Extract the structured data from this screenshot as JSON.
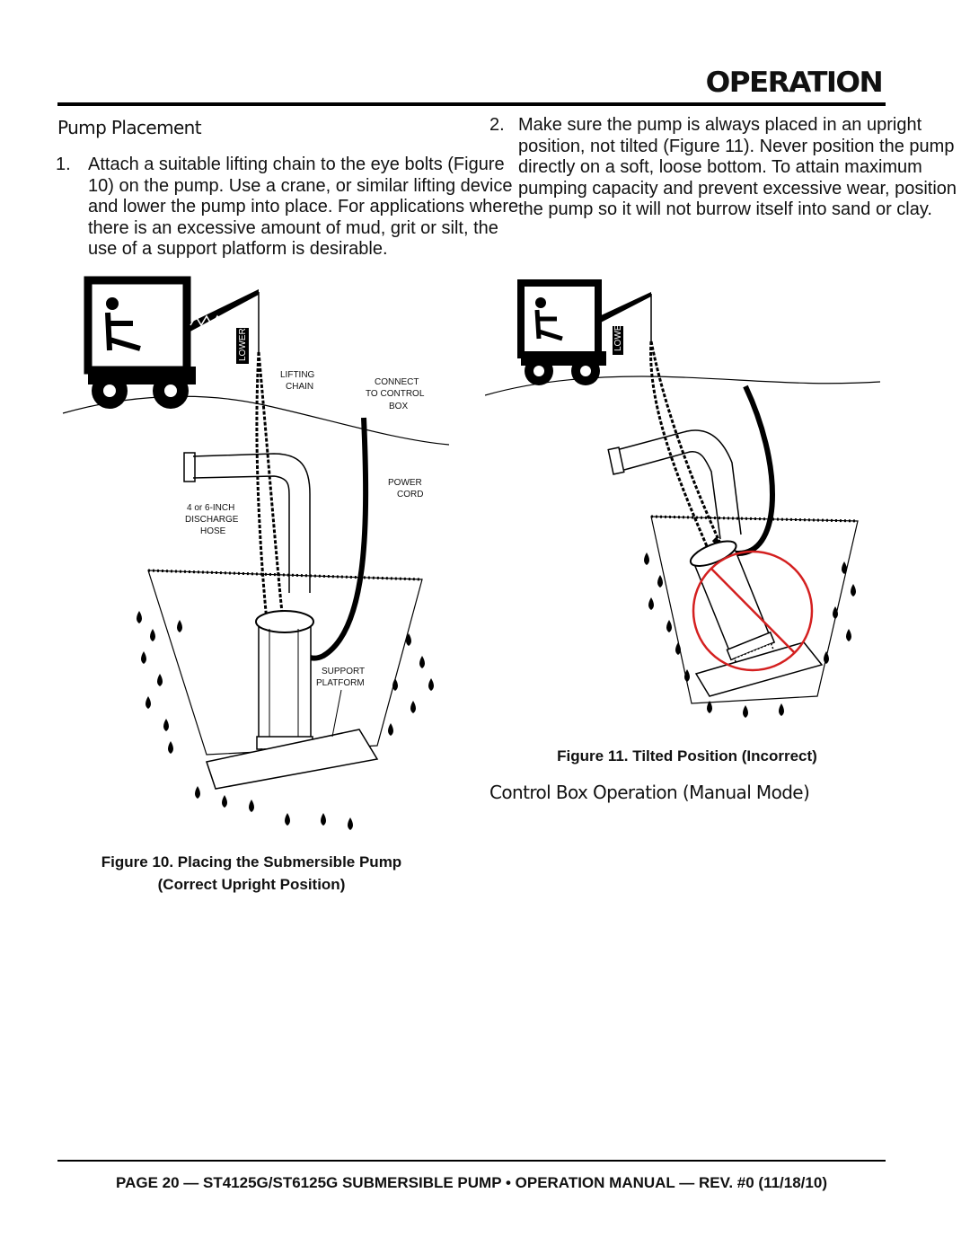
{
  "header": {
    "section_title": "OPERATION"
  },
  "pump_placement": {
    "heading": "Pump Placement",
    "step1": {
      "number": "1.",
      "text": "Attach a suitable lifting chain to the eye bolts (Figure 10) on the pump. Use a crane, or similar lifting device and lower the pump into place. For applications where there is an excessive amount of mud, grit or silt, the use of a support platform is desirable."
    },
    "step2": {
      "number": "2.",
      "text": "Make sure the pump is always placed in an upright position, not tilted (Figure 11). Never position the pump directly on a soft, loose bottom. To attain maximum pumping capacity and prevent excessive wear, position the pump so it will not burrow itself into sand or clay."
    }
  },
  "figure10": {
    "labels": {
      "lower": "LOWER",
      "lifting": "LIFTING",
      "chain": "CHAIN",
      "connect": "CONNECT",
      "to_control": "TO CONTROL",
      "box": "BOX",
      "power": "POWER",
      "cord": "CORD",
      "hose_size": "4 or 6-INCH",
      "discharge": "DISCHARGE",
      "hose": "HOSE",
      "support": "SUPPORT",
      "platform": "PLATFORM"
    },
    "caption_line1": "Figure 10. Placing the Submersible Pump",
    "caption_line2": "(Correct Upright Position)"
  },
  "figure11": {
    "labels": {
      "lower": "LOWER"
    },
    "caption": "Figure 11. Tilted Position (Incorrect)",
    "prohibition_color": "#d42020"
  },
  "control_box": {
    "heading": "Control Box Operation (Manual Mode)"
  },
  "footer": {
    "text": "PAGE 20 — ST4125G/ST6125G SUBMERSIBLE PUMP • OPERATION MANUAL — REV. #0 (11/18/10)"
  }
}
